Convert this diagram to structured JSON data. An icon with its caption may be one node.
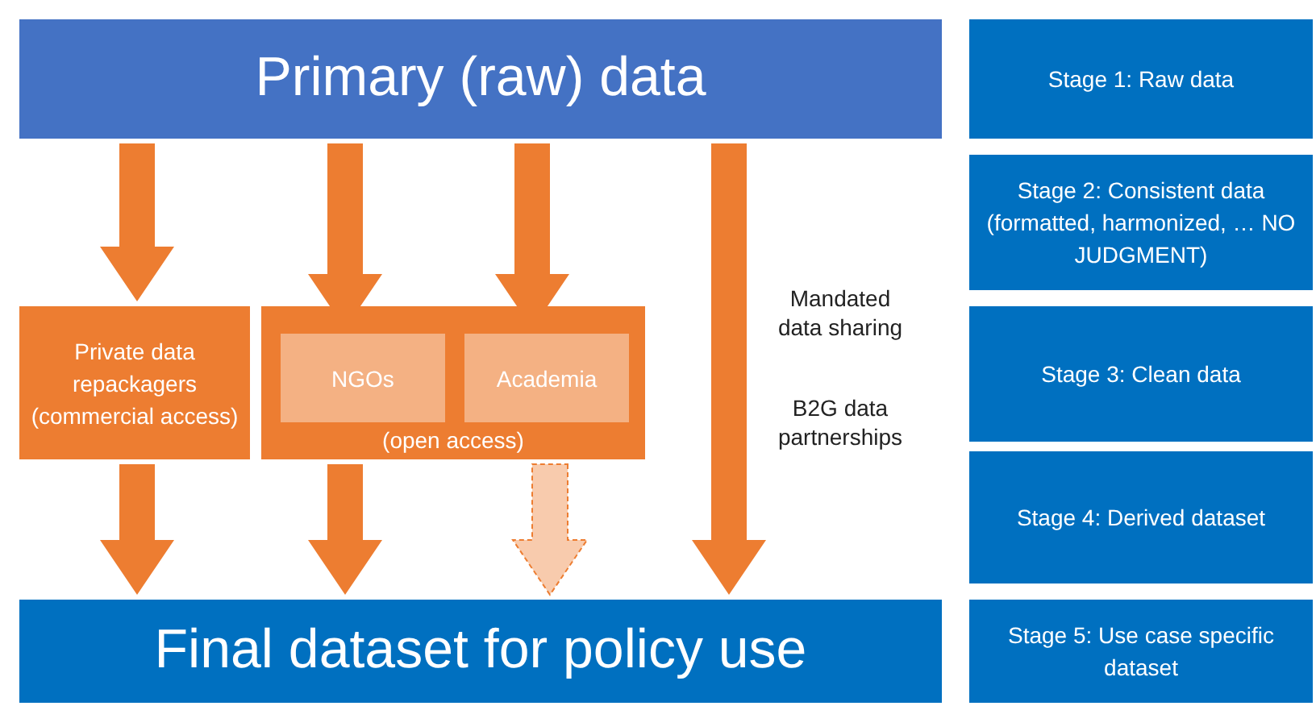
{
  "diagram": {
    "nodes": [
      {
        "text": [
          "Primary (raw) data"
        ]
      },
      {
        "text": [
          "Private data repackagers (commercial access)"
        ]
      },
      {
        "text": [
          "(open access)"
        ]
      },
      {
        "text": [
          "NGOs"
        ],
        "in": 2
      },
      {
        "text": [
          "Academia"
        ],
        "in": 2
      },
      {
        "text": [
          "Final dataset for policy use"
        ]
      },
      {
        "text": [
          "Stage 1: Raw data"
        ]
      },
      {
        "text": [
          "Stage 2: Consistent data (formatted, harmonized, … NO JUDGMENT)"
        ]
      },
      {
        "text": [
          "Stage 3: Clean data"
        ]
      },
      {
        "text": [
          "Stage 4: Derived dataset"
        ]
      },
      {
        "text": [
          "Stage 5: Use case specific dataset"
        ]
      }
    ],
    "edges": [
      {
        "from": 0,
        "to": 1,
        "arrow": "to"
      },
      {
        "from": 0,
        "to": 3,
        "arrow": "to"
      },
      {
        "from": 0,
        "to": 4,
        "arrow": "to"
      },
      {
        "from": 0,
        "to": 5,
        "arrow": "to"
      },
      {
        "from": 1,
        "to": 5,
        "arrow": "to"
      },
      {
        "from": 2,
        "to": 5,
        "arrow": "to"
      },
      {
        "from": 2,
        "to": 5,
        "arrow": "to",
        "style": "dashed",
        "color": "#f8cbad"
      }
    ],
    "labels": [
      "Mandated data sharing",
      "B2G data partnerships"
    ]
  }
}
